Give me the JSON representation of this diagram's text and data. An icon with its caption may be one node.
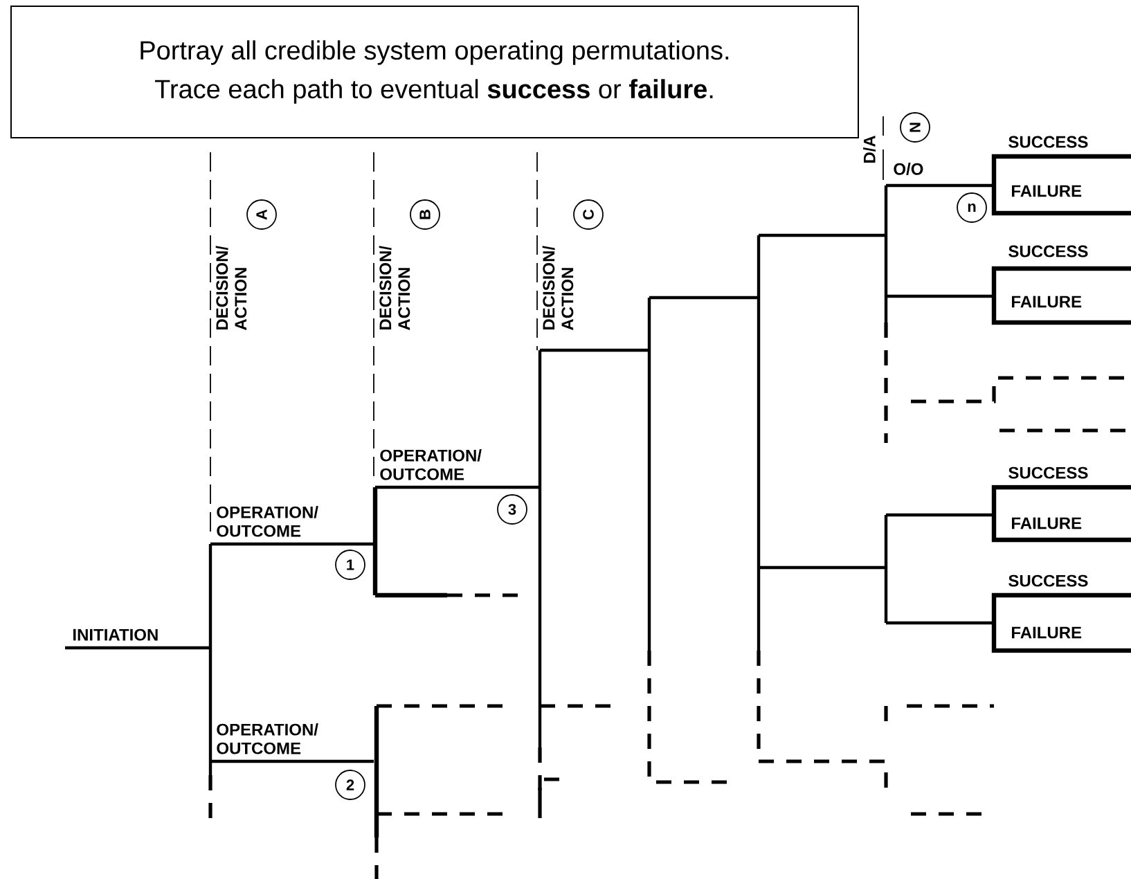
{
  "diagram": {
    "nodes": [
      {
        "text": [
          "Portray all credible system operating permutations.",
          "Trace each path to eventual **success** or **failure**."
        ]
      },
      {
        "text": [
          "A"
        ]
      },
      {
        "text": [
          "B"
        ]
      },
      {
        "text": [
          "C"
        ]
      },
      {
        "text": [
          "N"
        ]
      },
      {
        "text": [
          "n"
        ]
      },
      {
        "text": [
          "3"
        ]
      },
      {
        "text": [
          "1"
        ]
      },
      {
        "text": [
          "2"
        ]
      }
    ],
    "labels": [
      "DECISION/ ACTION",
      "DECISION/ ACTION",
      "DECISION/ ACTION",
      "D/A",
      "O/O",
      "SUCCESS",
      "FAILURE",
      "SUCCESS",
      "FAILURE",
      "OPERATION/ OUTCOME",
      "SUCCESS",
      "OPERATION/ OUTCOME",
      "FAILURE",
      "SUCCESS",
      "INITIATION",
      "FAILURE",
      "OPERATION/ OUTCOME"
    ]
  }
}
